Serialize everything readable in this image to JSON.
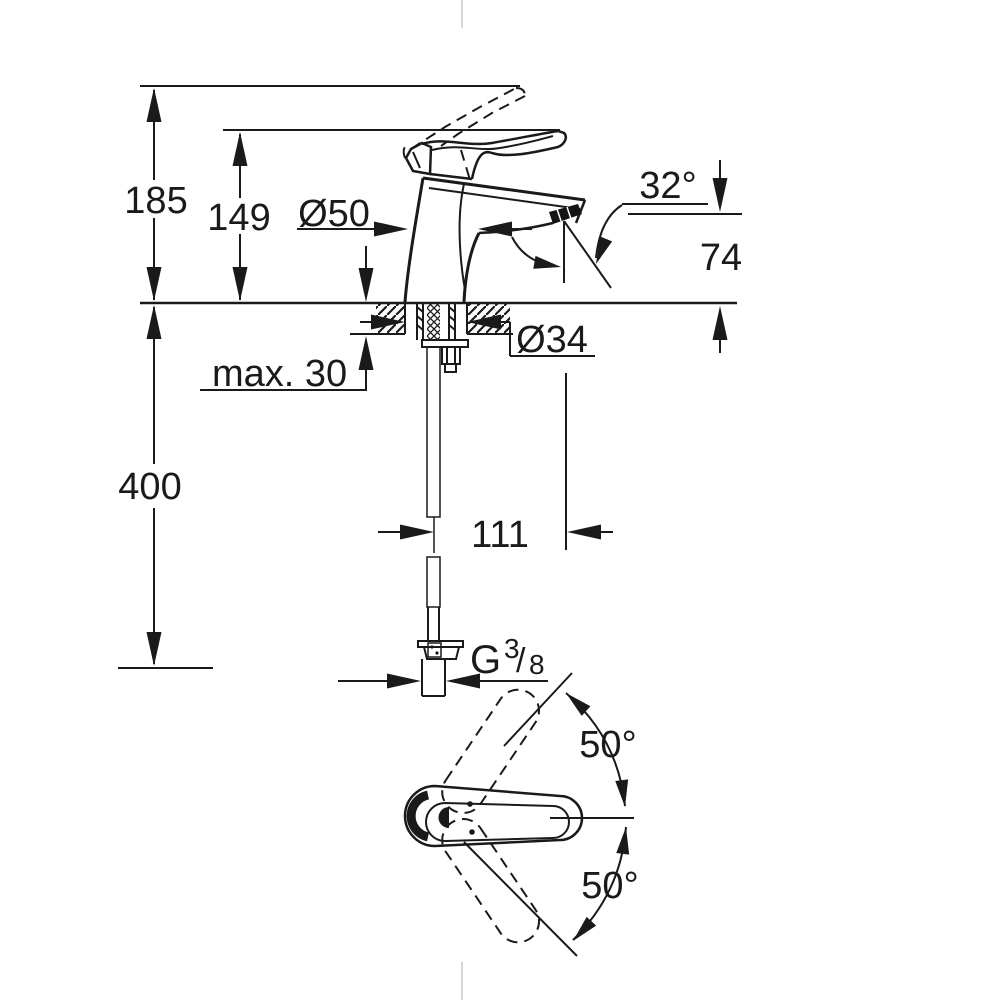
{
  "colors": {
    "ink": "#1a1a1a",
    "background": "#ffffff",
    "artifact_gray": "#c9c9c9"
  },
  "labels": {
    "total_height": "185",
    "spout_height": "149",
    "body_diameter": "Ø50",
    "stream_angle": "32°",
    "outlet_to_deck": "74",
    "hole_diameter": "Ø34",
    "max_deck_thickness": "max. 30",
    "hose_length": "400",
    "spout_reach": "111",
    "thread_letter": "G",
    "thread_numerator": "3",
    "thread_slash": "/",
    "thread_denominator": "8",
    "swivel_angle_upper": "50°",
    "swivel_angle_lower": "50°"
  }
}
